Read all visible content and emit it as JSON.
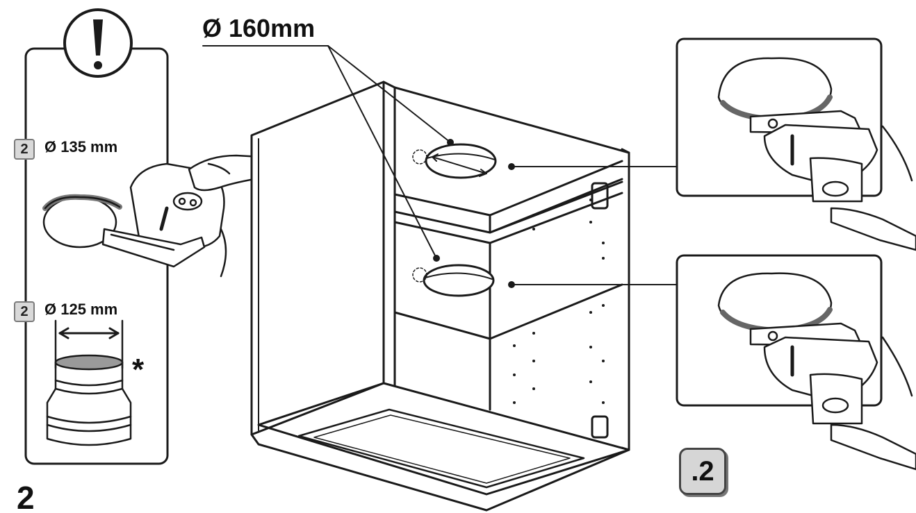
{
  "step_number": "2",
  "warning": {
    "symbol": "!",
    "cut_diameter": {
      "qty": "2",
      "label": "Ø 135 mm"
    },
    "adapter_diameter": {
      "qty": "2",
      "label": "Ø 125 mm"
    },
    "footnote_mark": "*"
  },
  "main_hole_label": "Ø 160mm",
  "substep_badge": ".2",
  "colors": {
    "line": "#1a1a1a",
    "badge_fill": "#d9d9d9",
    "shade": "#8a8a8a"
  }
}
